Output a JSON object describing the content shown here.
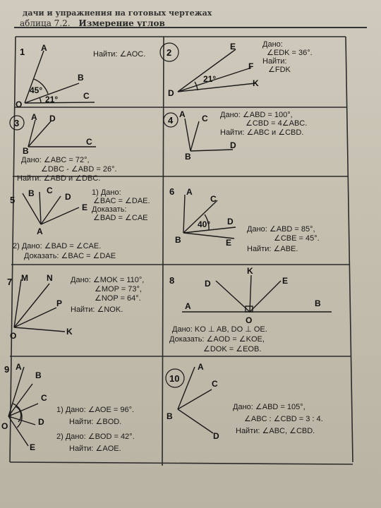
{
  "header": {
    "top_text": "дачи и упражнения на готовых чертежах",
    "table_label": "аблица 7.2.",
    "table_title": "Измерение углов"
  },
  "cells": {
    "c1": {
      "number": "1",
      "points": {
        "A": "A",
        "B": "B",
        "C": "C",
        "O": "O"
      },
      "angle1": "45°",
      "angle2": "21°",
      "find": "Найти:  ∠AOC."
    },
    "c2": {
      "number": "2",
      "points": {
        "E": "E",
        "F": "F",
        "K": "K",
        "D": "D"
      },
      "angle": "21°",
      "given_label": "Дано:",
      "given": "∠EDK = 36°.",
      "find_label": "Найти:",
      "find": "∠FDK"
    },
    "c3": {
      "number": "3",
      "points": {
        "A": "A",
        "D": "D",
        "B": "B",
        "C": "C"
      },
      "line1": "Дано:  ∠ABC = 72°,",
      "line2": "∠DBC - ∠ABD = 26°.",
      "line3": "Найти:  ∠ABD  и  ∠DBC."
    },
    "c4": {
      "number": "4",
      "points": {
        "A": "A",
        "C": "C",
        "B": "B",
        "D": "D"
      },
      "line1": "Дано:  ∠ABD = 100°,",
      "line2": "∠CBD = 4∠ABC.",
      "line3": "Найти:  ∠ABC  и  ∠CBD."
    },
    "c5": {
      "number": "5",
      "points": {
        "B": "B",
        "C": "C",
        "D": "D",
        "E": "E",
        "A": "A"
      },
      "line1": "1)  Дано:",
      "line2": "∠BAC = ∠DAE.",
      "line3": "Доказать:",
      "line4": "∠BAD = ∠CAE",
      "line5": "2)  Дано:  ∠BAD = ∠CAE.",
      "line6": "Доказать:  ∠BAC = ∠DAE"
    },
    "c6": {
      "number": "6",
      "points": {
        "A": "A",
        "C": "C",
        "D": "D",
        "B": "B",
        "E": "E"
      },
      "angle": "40°",
      "line1": "Дано:  ∠ABD = 85°,",
      "line2": "∠CBE = 45°.",
      "line3": "Найти:  ∠ABE."
    },
    "c7": {
      "number": "7",
      "points": {
        "M": "M",
        "N": "N",
        "P": "P",
        "O": "O",
        "K": "K"
      },
      "line1": "Дано:  ∠MOK = 110°,",
      "line2": "∠MOP = 73°,",
      "line3": "∠NOP = 64°.",
      "line4": "Найти:  ∠NOK."
    },
    "c8": {
      "number": "8",
      "points": {
        "K": "K",
        "D": "D",
        "E": "E",
        "A": "A",
        "B": "B",
        "O": "O"
      },
      "line1": "Дано:  KO ⊥ AB,    DO ⊥ OE.",
      "line2": "Доказать:  ∠AOD = ∠KOE,",
      "line3": "∠DOK = ∠EOB."
    },
    "c9": {
      "number": "9",
      "points": {
        "A": "A",
        "B": "B",
        "C": "C",
        "D": "D",
        "E": "E",
        "O": "O"
      },
      "line1": "1)  Дано:  ∠AOE = 96°.",
      "line2": "Найти:  ∠BOD.",
      "line3": "2)  Дано:  ∠BOD = 42°.",
      "line4": "Найти:  ∠AOE."
    },
    "c10": {
      "number": "10",
      "points": {
        "A": "A",
        "C": "C",
        "B": "B",
        "D": "D"
      },
      "line1": "Дано:  ∠ABD = 105°,",
      "line2": "∠ABC : ∠CBD = 3 : 4.",
      "line3": "Найти:  ∠ABC,  ∠CBD."
    }
  }
}
